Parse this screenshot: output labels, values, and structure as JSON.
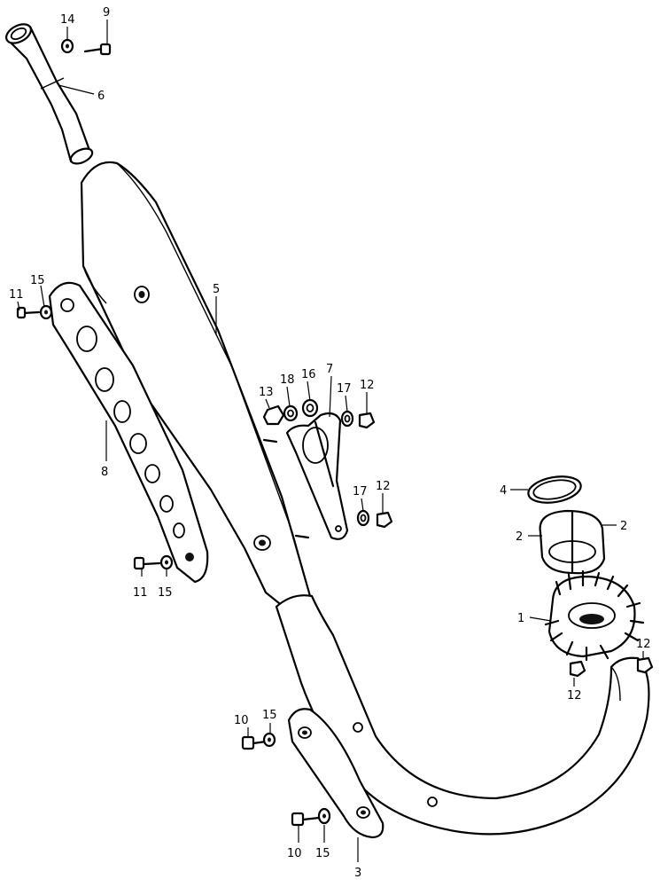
{
  "callouts": {
    "c1": "1",
    "c2a": "2",
    "c2b": "2",
    "c3": "3",
    "c4": "4",
    "c5": "5",
    "c6": "6",
    "c7": "7",
    "c8": "8",
    "c9": "9",
    "c10a": "10",
    "c10b": "10",
    "c11a": "11",
    "c11b": "11",
    "c12a": "12",
    "c12b": "12",
    "c12c": "12",
    "c12d": "12",
    "c13": "13",
    "c14": "14",
    "c15a": "15",
    "c15b": "15",
    "c15c": "15",
    "c15d": "15",
    "c16": "16",
    "c17a": "17",
    "c17b": "17",
    "c18": "18"
  }
}
